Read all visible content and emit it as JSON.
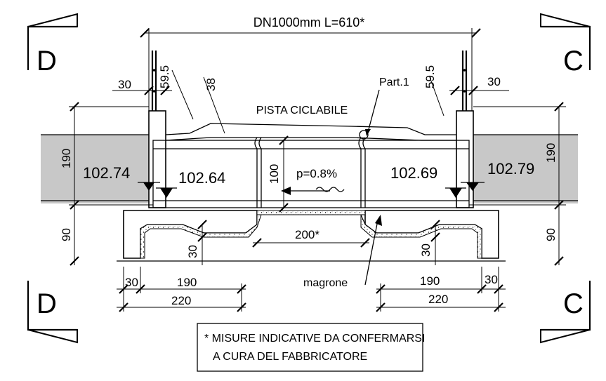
{
  "title": "DN1000mm  L=610*",
  "road_label": "PISTA CICLABILE",
  "part_label": "Part.1",
  "slope_label": "p=0.8%",
  "span_label": "200*",
  "lean_concrete_label": "magrone",
  "elevations": {
    "inlet_top": "102.74",
    "inlet_invert": "102.64",
    "outlet_invert": "102.69",
    "outlet_top": "102.79"
  },
  "dimensions": {
    "d30_top_left": "30",
    "d59_left": "59.5",
    "d38": "38",
    "d59_right": "59.5",
    "d30_top_right": "30",
    "d190_left": "190",
    "d90_left": "90",
    "d100": "100",
    "d190_right": "190",
    "d90_right": "90",
    "d30_wall_left": "30",
    "d30_wall_right": "30",
    "d30_base_left": "30",
    "d190_base_left": "190",
    "d220_left": "220",
    "d190_base_right": "190",
    "d30_base_right": "30",
    "d220_right": "220"
  },
  "sections": {
    "top_left": "D",
    "bottom_left": "D",
    "top_right": "C",
    "bottom_right": "C"
  },
  "note": {
    "line1": "* MISURE INDICATIVE DA CONFERMARSI",
    "line2": "A CURA DEL FABBRICATORE"
  }
}
